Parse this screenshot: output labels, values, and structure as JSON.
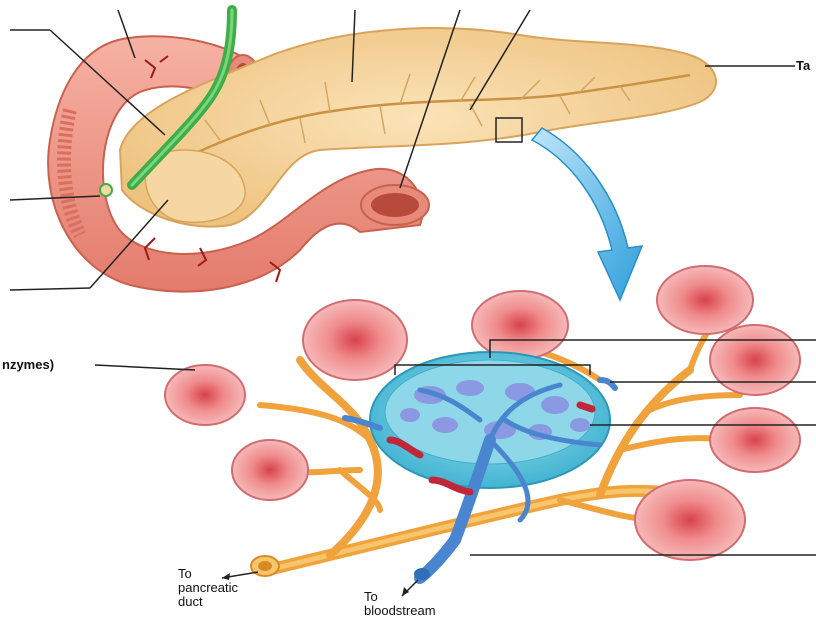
{
  "labels": {
    "tail": "Ta",
    "enzymes": "nzymes)",
    "pancreatic_duct": {
      "line1": "To",
      "line2": "pancreatic",
      "line3": "duct"
    },
    "bloodstream": {
      "line1": "To",
      "line2": "bloodstream"
    }
  },
  "colors": {
    "pancreas": "#f5d49b",
    "duodenum": "#ef9a8c",
    "bile_duct": "#3fae49",
    "islet": "#5ec8de",
    "acinus": "#f2a7a9",
    "duct": "#f0a33c",
    "vein": "#4a86cf",
    "artery": "#c0283a",
    "arrow": "#57b7ea"
  }
}
